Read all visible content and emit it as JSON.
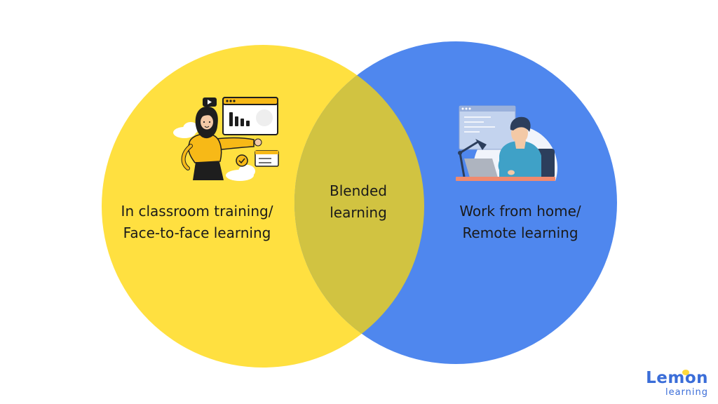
{
  "diagram": {
    "type": "venn",
    "sets": [
      {
        "id": "left",
        "lines": [
          "In classroom training/",
          "Face-to-face learning"
        ],
        "icon": "teacher-presenting-icon",
        "color": "#FFE040"
      },
      {
        "id": "right",
        "lines": [
          "Work from home/",
          "Remote learning"
        ],
        "icon": "remote-worker-laptop-icon",
        "color": "#4F87EE"
      }
    ],
    "intersection": {
      "lines": [
        "Blended",
        "learning"
      ],
      "color": "#D1C341"
    }
  },
  "logo": {
    "word": "Lemon",
    "sub": "learning",
    "color": "#3A6DD8",
    "accent": "#FFD93B",
    "icon": "lemon-icon"
  }
}
